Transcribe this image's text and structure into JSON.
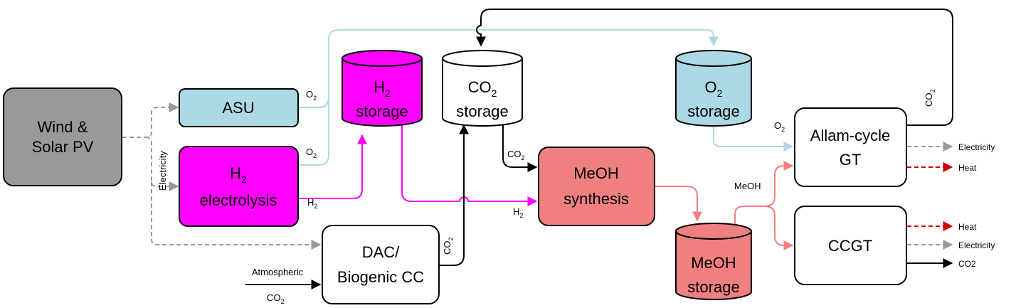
{
  "nodes": {
    "wind_solar": {
      "line1": "Wind &",
      "line2": "Solar PV",
      "fill": "#999999"
    },
    "asu": {
      "line1": "ASU",
      "fill": "#add8e6"
    },
    "electrolysis": {
      "line1_main": "H",
      "line1_sub": "2",
      "line2": "electrolysis",
      "fill": "#ff00ff"
    },
    "dac": {
      "line1": "DAC/",
      "line2": "Biogenic CC",
      "fill": "#ffffff"
    },
    "h2_storage": {
      "line1_main": "H",
      "line1_sub": "2",
      "line2": "storage",
      "fill": "#ff00ff"
    },
    "co2_storage": {
      "line1_main": "CO",
      "line1_sub": "2",
      "line2": "storage",
      "fill": "#ffffff"
    },
    "meoh_synthesis": {
      "line1": "MeOH",
      "line2": "synthesis",
      "fill": "#f08080"
    },
    "o2_storage": {
      "line1_main": "O",
      "line1_sub": "2",
      "line2": "storage",
      "fill": "#add8e6"
    },
    "meoh_storage": {
      "line1": "MeOH",
      "line2": "storage",
      "fill": "#f08080"
    },
    "allam": {
      "line1": "Allam-cycle",
      "line2": "GT",
      "fill": "#ffffff"
    },
    "ccgt": {
      "line1": "CCGT",
      "fill": "#ffffff"
    }
  },
  "edge_labels": {
    "electricity_vertical": "Electricity",
    "asu_o2_main": "O",
    "asu_o2_sub": "2",
    "elec_o2_main": "O",
    "elec_o2_sub": "2",
    "elec_h2_main": "H",
    "elec_h2_sub": "2",
    "dac_co2_main": "CO",
    "dac_co2_sub": "2",
    "atmospheric": "Atmospheric",
    "atm_co2_main": "CO",
    "atm_co2_sub": "2",
    "co2_to_meoh_main": "CO",
    "co2_to_meoh_sub": "2",
    "h2_to_meoh_main": "H",
    "h2_to_meoh_sub": "2",
    "o2_to_allam_main": "O",
    "o2_to_allam_sub": "2",
    "allam_co2_main": "CO",
    "allam_co2_sub": "2",
    "meoh_flow": "MeOH",
    "allam_electricity": "Electricity",
    "allam_heat": "Heat",
    "ccgt_heat": "Heat",
    "ccgt_electricity": "Electricity",
    "ccgt_co2": "CO2"
  },
  "colors": {
    "electricity": "#999999",
    "oxygen": "#add8e6",
    "hydrogen": "#ff00ff",
    "co2": "#000000",
    "methanol": "#f08080",
    "heat": "#cc0000"
  }
}
